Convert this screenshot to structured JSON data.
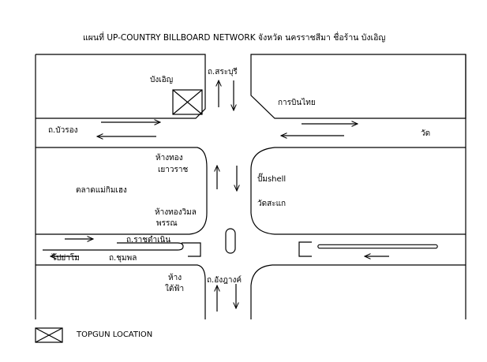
{
  "title": "แผนที่ UP-COUNTRY BILLBOARD NETWORK จังหวัด นครราชสีมา ชื่อร้าน บังเอิญ",
  "labels": {
    "shop": "บังเอิญ",
    "road_saraburi": "ถ.สระบุรี",
    "thai_airways": "การบินไทย",
    "road_buarong": "ถ.บัวรอง",
    "temple": "วัด",
    "gold_yaowarat_1": "ห้างทอง",
    "gold_yaowarat_2": "เยาวราช",
    "pump_shell": "ปั๊มshell",
    "market": "ตลาดแม่กิมเฮง",
    "wat_sakae": "วัดสะแก",
    "gold_wimon_1": "ห้างทองวิมล",
    "gold_wimon_2": "พรรณ",
    "road_ratchadamnoen": "ถ.ราชดำเนิน",
    "to_yamo": "ไปย่าโม",
    "road_chumphon": "ถ.ชุมพล",
    "dept_1": "ห้าง",
    "dept_2": "ใต้ฟ้า",
    "road_angkarn": "ถ.อังฎางค์"
  },
  "legend": {
    "label": "TOPGUN LOCATION",
    "icon": "crossed-box-icon"
  }
}
